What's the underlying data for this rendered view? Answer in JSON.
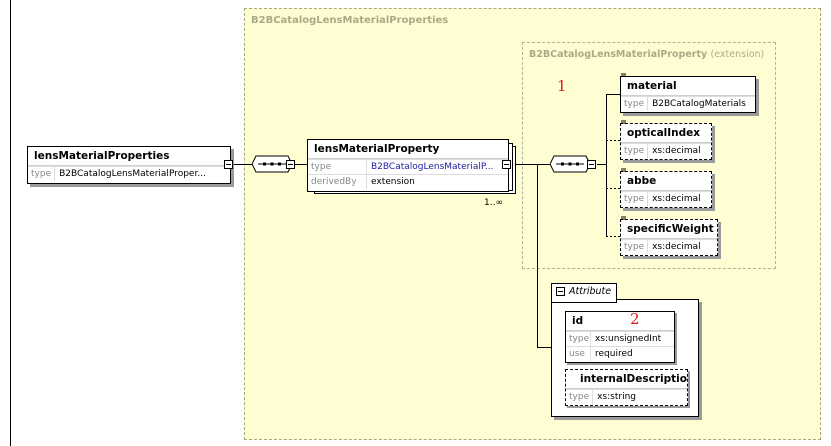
{
  "outer_group": {
    "title": "B2BCatalogLensMaterialProperties"
  },
  "root": {
    "name": "lensMaterialProperties",
    "type_key": "type",
    "type_value": "B2BCatalogLensMaterialProper..."
  },
  "property": {
    "name": "lensMaterialProperty",
    "type_key": "type",
    "type_value": "B2BCatalogLensMaterialP...",
    "derived_key": "derivedBy",
    "derived_value": "extension",
    "occurrence": "1..∞"
  },
  "extension_group": {
    "title": "B2BCatalogLensMaterialProperty",
    "suffix": "(extension)"
  },
  "children": [
    {
      "name": "material",
      "type_key": "type",
      "type_value": "B2BCatalogMaterials",
      "optional": false
    },
    {
      "name": "opticalIndex",
      "type_key": "type",
      "type_value": "xs:decimal",
      "optional": true
    },
    {
      "name": "abbe",
      "type_key": "type",
      "type_value": "xs:decimal",
      "optional": true
    },
    {
      "name": "specificWeight",
      "type_key": "type",
      "type_value": "xs:decimal",
      "optional": true
    }
  ],
  "attributes": {
    "label": "Attribute",
    "id": {
      "name": "id",
      "type_key": "type",
      "type_value": "xs:unsignedInt",
      "use_key": "use",
      "use_value": "required"
    },
    "internal": {
      "name": "internalDescription",
      "type_key": "type",
      "type_value": "xs:string"
    }
  },
  "annotations": {
    "one": "1",
    "two": "2"
  },
  "icons": {
    "sequence": "sequence-compositor-icon",
    "collapse": "collapse-toggle-icon",
    "annotation": "annotation-mark-icon"
  }
}
